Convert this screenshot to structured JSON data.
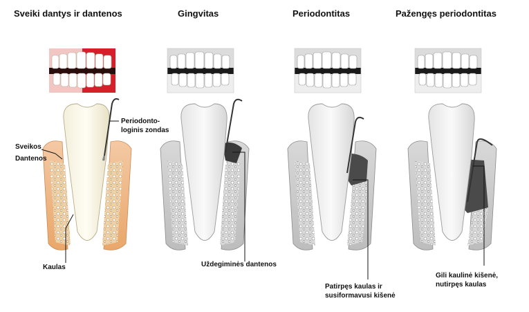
{
  "stages": [
    {
      "title": "Sveiki dantys ir dantenos"
    },
    {
      "title": "Gingvitas"
    },
    {
      "title": "Periodontitas"
    },
    {
      "title": "Pažengęs periodontitas"
    }
  ],
  "labels": {
    "probe": [
      "Periodonto-",
      "loginis zondas"
    ],
    "healthy_gums": [
      "Sveikos",
      "Dantenos"
    ],
    "bone": "Kaulas",
    "inflamed_gums": "Uždegiminės dantenos",
    "bone_loss": [
      "Patirpęs kaulas ir",
      "susiformavusi kišenė"
    ],
    "deep_pocket": [
      "Gili kaulinė kišenė,",
      "nutirpęs kaulas"
    ]
  }
}
